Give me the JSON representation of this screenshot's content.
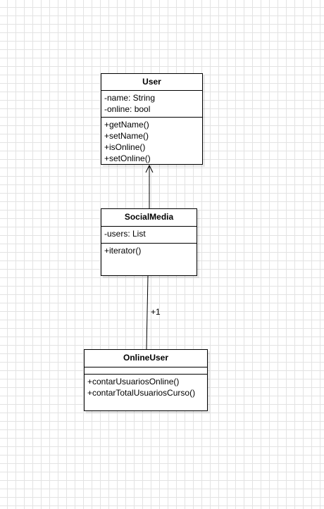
{
  "classes": {
    "user": {
      "name": "User",
      "attributes": [
        "-name: String",
        "-online: bool"
      ],
      "methods": [
        "+getName()",
        "+setName()",
        "+isOnline()",
        "+setOnline()"
      ]
    },
    "social_media": {
      "name": "SocialMedia",
      "attributes": [
        "-users: List"
      ],
      "methods": [
        "+iterator()"
      ]
    },
    "online_user": {
      "name": "OnlineUser",
      "attributes": [],
      "methods": [
        "+contarUsuariosOnline()",
        "+contarTotalUsuariosCurso()"
      ]
    }
  },
  "associations": {
    "socialmedia_to_user": {
      "arrow": "open-arrow-to-user"
    },
    "socialmedia_to_onlineuser": {
      "multiplicity": "+1"
    }
  }
}
